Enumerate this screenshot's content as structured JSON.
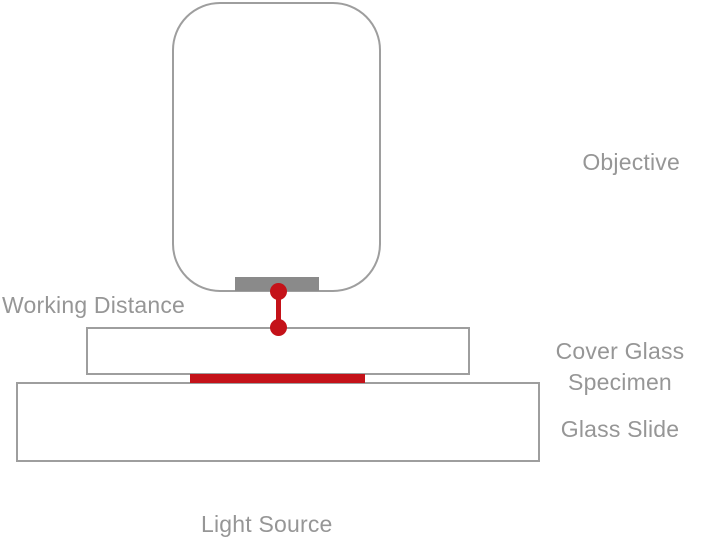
{
  "diagram": {
    "description": "Microscope working distance schematic",
    "labels": {
      "objective": "Objective",
      "working_distance": "Working Distance",
      "cover_glass": "Cover Glass",
      "specimen": "Specimen",
      "glass_slide": "Glass Slide",
      "light_source": "Light Source"
    },
    "colors": {
      "outline_gray": "#9e9e9e",
      "label_gray": "#969696",
      "lens_gray": "#8a8a8a",
      "accent_red": "#c41219",
      "background": "#ffffff"
    }
  }
}
